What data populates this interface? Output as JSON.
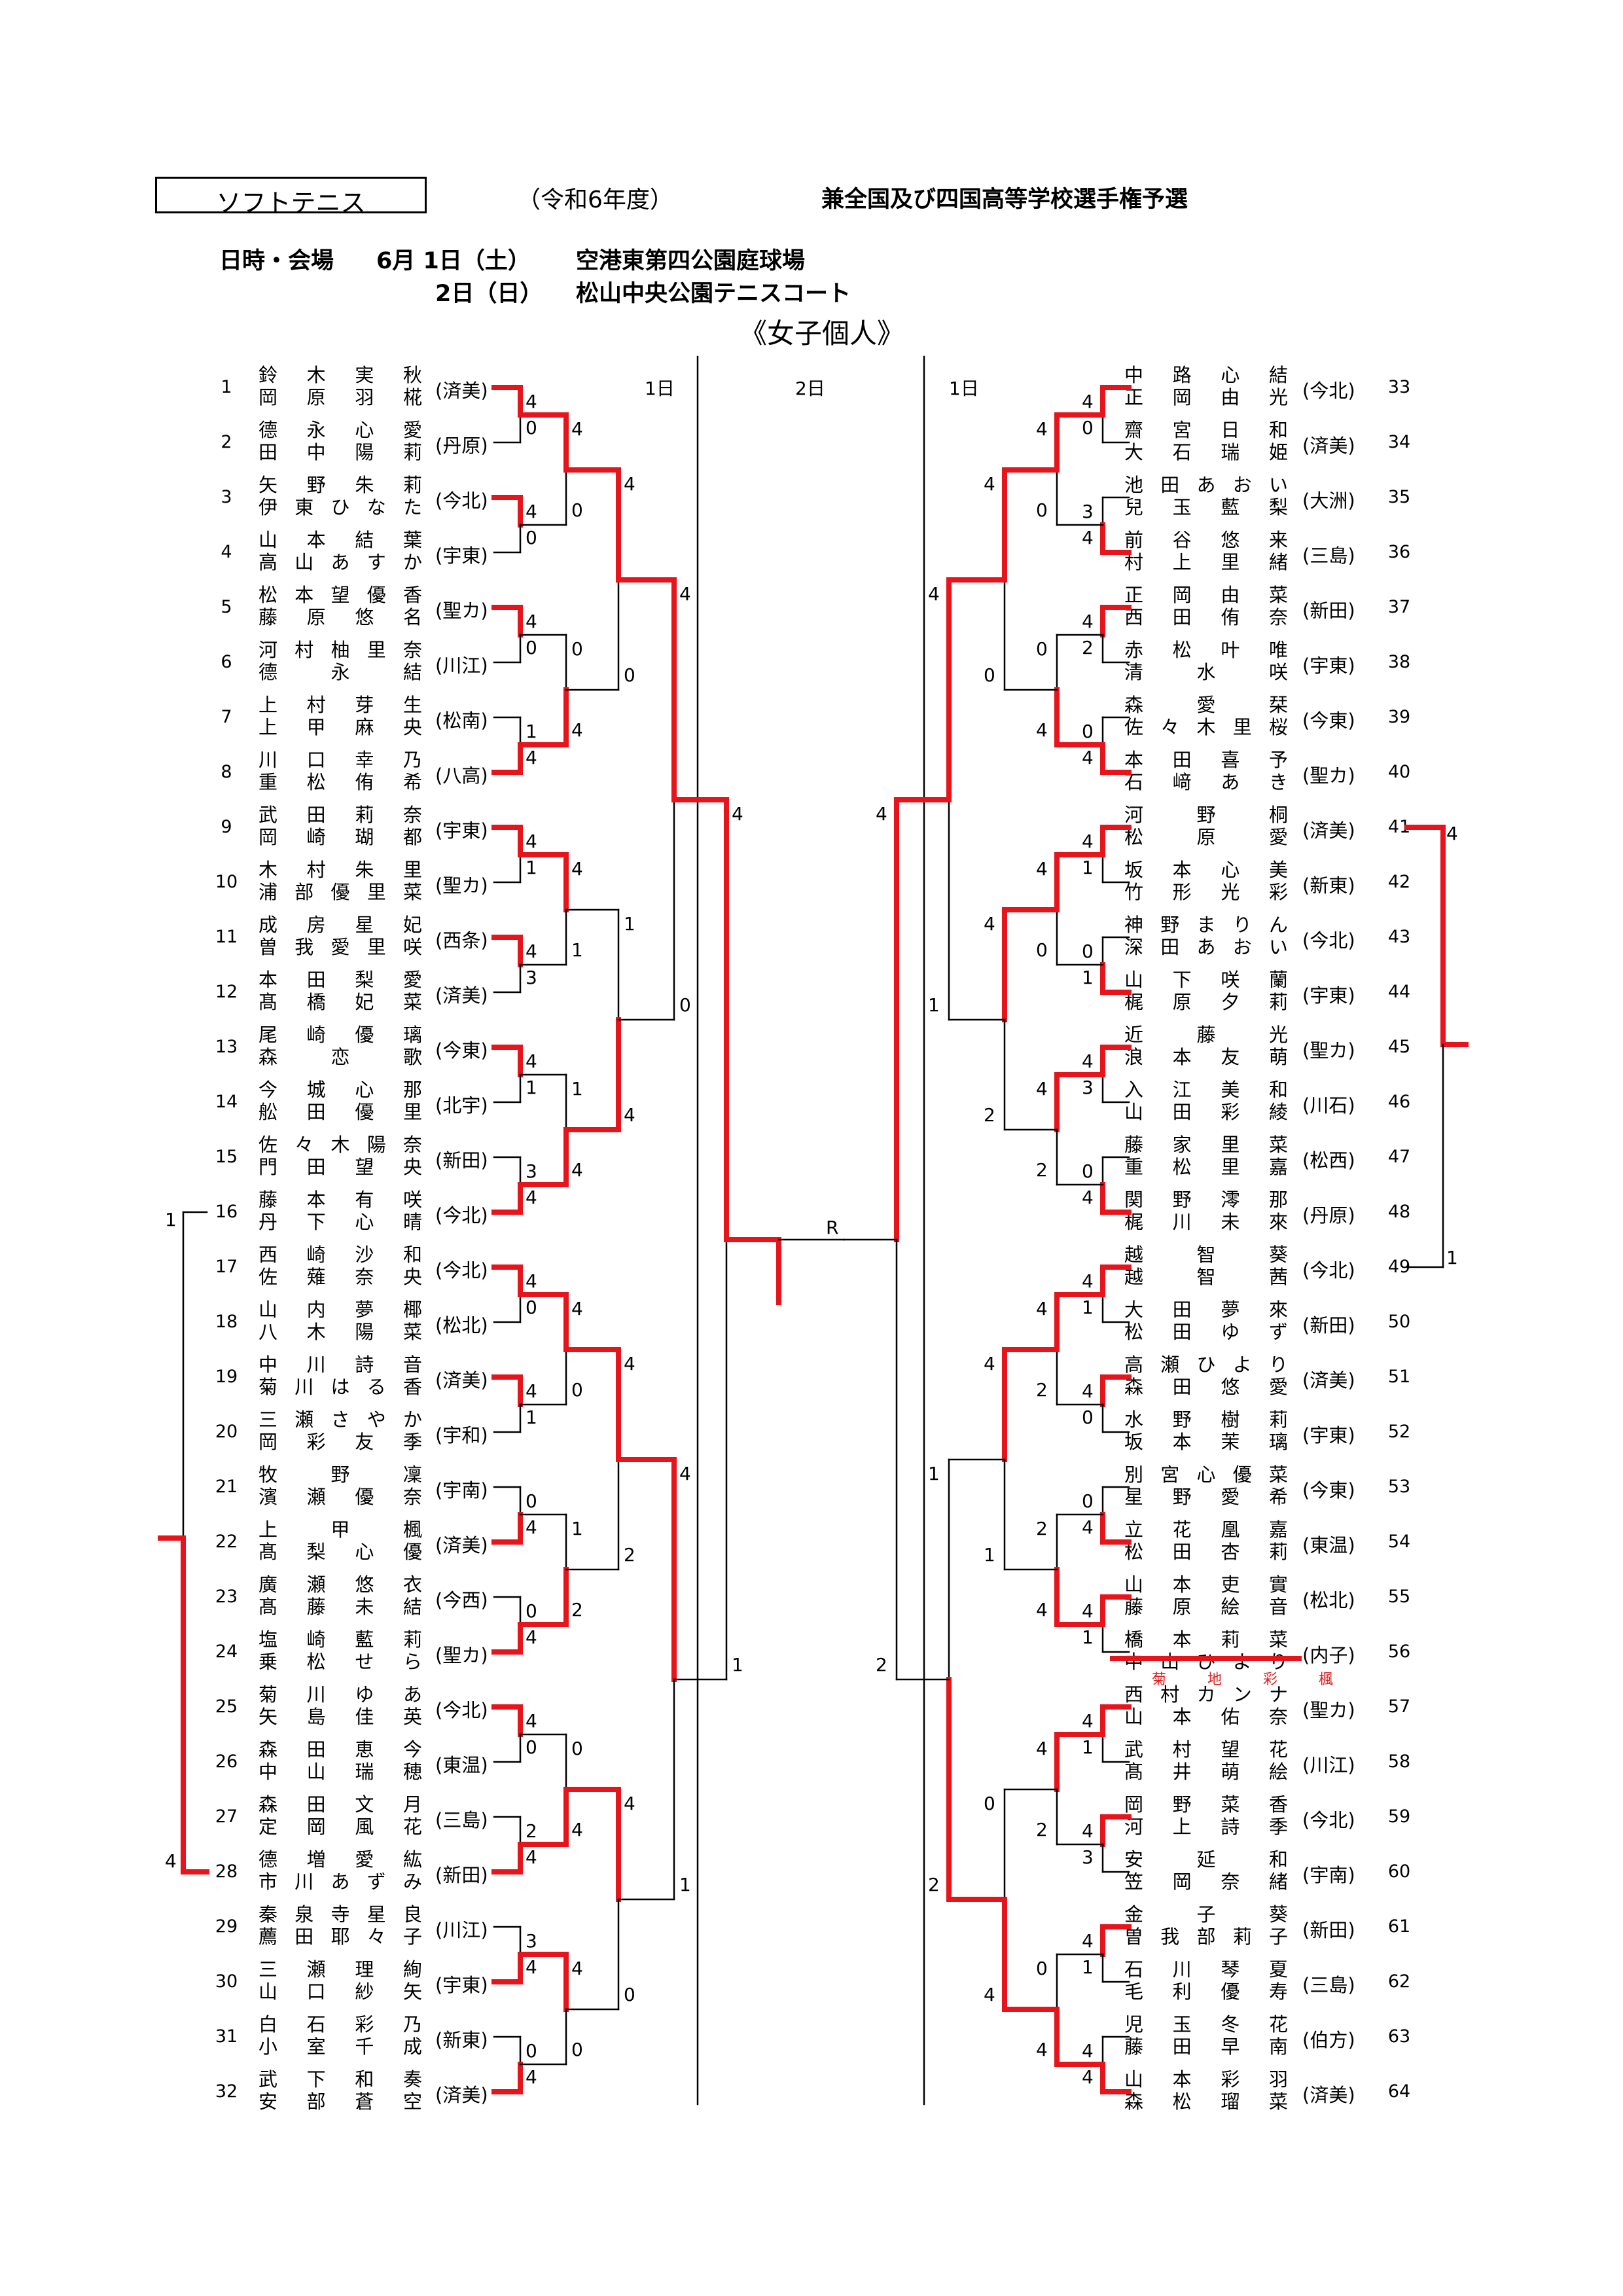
{
  "header": {
    "sport": "ソフトテニス",
    "year": "（令和6年度）",
    "tournament": "兼全国及び四国高等学校選手権予選",
    "datetime_label": "日時・会場",
    "day1_date": "6月 1日（土）",
    "day1_venue": "空港東第四公園庭球場",
    "day2_date": "2日（日）",
    "day2_venue": "松山中央公園テニスコート",
    "event": "《女子個人》"
  },
  "day_labels": {
    "left_day1": "1日",
    "center_day2": "2日",
    "right_day1": "1日"
  },
  "left_entries": [
    {
      "no": "1",
      "p1": "鈴 木 実 秋",
      "p2": "岡 原 羽 椛",
      "school": "(済美)"
    },
    {
      "no": "2",
      "p1": "德 永 心 愛",
      "p2": "田 中 陽 莉",
      "school": "(丹原)"
    },
    {
      "no": "3",
      "p1": "矢 野 朱 莉",
      "p2": "伊 東 ひ な た",
      "school": "(今北)"
    },
    {
      "no": "4",
      "p1": "山 本 結 葉",
      "p2": "高 山 あ す か",
      "school": "(宇東)"
    },
    {
      "no": "5",
      "p1": "松 本 望 優 香",
      "p2": "藤 原 悠 名",
      "school": "(聖カ)"
    },
    {
      "no": "6",
      "p1": "河 村 柚 里 奈",
      "p2": "德 永 結",
      "school": "(川江)"
    },
    {
      "no": "7",
      "p1": "上 村 芽 生",
      "p2": "上 甲 麻 央",
      "school": "(松南)"
    },
    {
      "no": "8",
      "p1": "川 口 幸 乃",
      "p2": "重 松 侑 希",
      "school": "(八高)"
    },
    {
      "no": "9",
      "p1": "武 田 莉 奈",
      "p2": "岡 崎 瑚 都",
      "school": "(宇東)"
    },
    {
      "no": "10",
      "p1": "木 村 朱 里",
      "p2": "浦 部 優 里 菜",
      "school": "(聖カ)"
    },
    {
      "no": "11",
      "p1": "成 房 星 妃",
      "p2": "曽 我 愛 里 咲",
      "school": "(西条)"
    },
    {
      "no": "12",
      "p1": "本 田 梨 愛",
      "p2": "髙 橋 妃 菜",
      "school": "(済美)"
    },
    {
      "no": "13",
      "p1": "尾 崎 優 璃",
      "p2": "森 恋 歌",
      "school": "(今東)"
    },
    {
      "no": "14",
      "p1": "今 城 心 那",
      "p2": "舩 田 優 里",
      "school": "(北宇)"
    },
    {
      "no": "15",
      "p1": "佐 々 木 陽 奈",
      "p2": "門 田 望 央",
      "school": "(新田)"
    },
    {
      "no": "16",
      "p1": "藤 本 有 咲",
      "p2": "丹 下 心 晴",
      "school": "(今北)"
    },
    {
      "no": "17",
      "p1": "西 崎 沙 和",
      "p2": "佐 薙 奈 央",
      "school": "(今北)"
    },
    {
      "no": "18",
      "p1": "山 内 夢 椰",
      "p2": "八 木 陽 菜",
      "school": "(松北)"
    },
    {
      "no": "19",
      "p1": "中 川 詩 音",
      "p2": "菊 川 は る 香",
      "school": "(済美)"
    },
    {
      "no": "20",
      "p1": "三 瀬 さ や か",
      "p2": "岡 彩 友 季",
      "school": "(宇和)"
    },
    {
      "no": "21",
      "p1": "牧 野 凜",
      "p2": "濱 瀬 優 奈",
      "school": "(宇南)"
    },
    {
      "no": "22",
      "p1": "上 甲 楓",
      "p2": "髙 梨 心 優",
      "school": "(済美)"
    },
    {
      "no": "23",
      "p1": "廣 瀬 悠 衣",
      "p2": "髙 藤 未 結",
      "school": "(今西)"
    },
    {
      "no": "24",
      "p1": "塩 崎 藍 莉",
      "p2": "乗 松 せ ら",
      "school": "(聖カ)"
    },
    {
      "no": "25",
      "p1": "菊 川 ゆ あ",
      "p2": "矢 島 佳 英",
      "school": "(今北)"
    },
    {
      "no": "26",
      "p1": "森 田 恵 今",
      "p2": "中 山 瑞 穂",
      "school": "(東温)"
    },
    {
      "no": "27",
      "p1": "森 田 文 月",
      "p2": "定 岡 風 花",
      "school": "(三島)"
    },
    {
      "no": "28",
      "p1": "德 増 愛 紘",
      "p2": "市 川 あ ず み",
      "school": "(新田)"
    },
    {
      "no": "29",
      "p1": "秦 泉 寺 星 良",
      "p2": "薦 田 耶 々 子",
      "school": "(川江)"
    },
    {
      "no": "30",
      "p1": "三 瀬 理 絢",
      "p2": "山 口 紗 矢",
      "school": "(宇東)"
    },
    {
      "no": "31",
      "p1": "白 石 彩 乃",
      "p2": "小 室 千 成",
      "school": "(新東)"
    },
    {
      "no": "32",
      "p1": "武 下 和 奏",
      "p2": "安 部 蒼 空",
      "school": "(済美)"
    }
  ],
  "right_entries": [
    {
      "no": "33",
      "p1": "中 路 心 結",
      "p2": "正 岡 由 光",
      "school": "(今北)"
    },
    {
      "no": "34",
      "p1": "齋 宮 日 和",
      "p2": "大 石 瑞 姫",
      "school": "(済美)"
    },
    {
      "no": "35",
      "p1": "池 田 あ お い",
      "p2": "兒 玉 藍 梨",
      "school": "(大洲)"
    },
    {
      "no": "36",
      "p1": "前 谷 悠 来",
      "p2": "村 上 里 緒",
      "school": "(三島)"
    },
    {
      "no": "37",
      "p1": "正 岡 由 菜",
      "p2": "西 田 侑 奈",
      "school": "(新田)"
    },
    {
      "no": "38",
      "p1": "赤 松 叶 唯",
      "p2": "清 水 咲",
      "school": "(宇東)"
    },
    {
      "no": "39",
      "p1": "森 愛 栞",
      "p2": "佐 々 木 里 桜",
      "school": "(今東)"
    },
    {
      "no": "40",
      "p1": "本 田 喜 予",
      "p2": "石 﨑 あ き",
      "school": "(聖カ)"
    },
    {
      "no": "41",
      "p1": "河 野 桐",
      "p2": "松 原 愛",
      "school": "(済美)"
    },
    {
      "no": "42",
      "p1": "坂 本 心 美",
      "p2": "竹 形 光 彩",
      "school": "(新東)"
    },
    {
      "no": "43",
      "p1": "神 野 ま り ん",
      "p2": "深 田 あ お い",
      "school": "(今北)"
    },
    {
      "no": "44",
      "p1": "山 下 咲 蘭",
      "p2": "梶 原 夕 莉",
      "school": "(宇東)"
    },
    {
      "no": "45",
      "p1": "近 藤 光",
      "p2": "浪 本 友 萌",
      "school": "(聖カ)"
    },
    {
      "no": "46",
      "p1": "入 江 美 和",
      "p2": "山 田 彩 綾",
      "school": "(川石)"
    },
    {
      "no": "47",
      "p1": "藤 家 里 菜",
      "p2": "重 松 里 嘉",
      "school": "(松西)"
    },
    {
      "no": "48",
      "p1": "関 野 澪 那",
      "p2": "梶 川 未 來",
      "school": "(丹原)"
    },
    {
      "no": "49",
      "p1": "越 智 葵",
      "p2": "越 智 茜",
      "school": "(今北)"
    },
    {
      "no": "50",
      "p1": "大 田 夢 來",
      "p2": "松 田 ゆ ず",
      "school": "(新田)"
    },
    {
      "no": "51",
      "p1": "高 瀬 ひ よ り",
      "p2": "森 田 悠 愛",
      "school": "(済美)"
    },
    {
      "no": "52",
      "p1": "水 野 樹 莉",
      "p2": "坂 本 茉 璃",
      "school": "(宇東)"
    },
    {
      "no": "53",
      "p1": "別 宮 心 優 菜",
      "p2": "星 野 愛 希",
      "school": "(今東)"
    },
    {
      "no": "54",
      "p1": "立 花 凰 嘉",
      "p2": "松 田 杏 莉",
      "school": "(東温)"
    },
    {
      "no": "55",
      "p1": "山 本 吏 實",
      "p2": "藤 原 絵 音",
      "school": "(松北)"
    },
    {
      "no": "56",
      "p1": "橋 本 莉 菜",
      "p2": "中 山 ひ よ り",
      "school": "(内子)"
    },
    {
      "no": "57",
      "p1": "西 村 カ ン ナ",
      "p2": "山 本 佑 奈",
      "school": "(聖カ)"
    },
    {
      "no": "58",
      "p1": "武 村 望 花",
      "p2": "髙 井 萌 絵",
      "school": "(川江)"
    },
    {
      "no": "59",
      "p1": "岡 野 菜 香",
      "p2": "河 上 詩 季",
      "school": "(今北)"
    },
    {
      "no": "60",
      "p1": "安 延 和",
      "p2": "笠 岡 奈 緒",
      "school": "(宇南)"
    },
    {
      "no": "61",
      "p1": "金 子 葵",
      "p2": "曽 我 部 莉 子",
      "school": "(新田)"
    },
    {
      "no": "62",
      "p1": "石 川 琴 夏",
      "p2": "毛 利 優 寿",
      "school": "(三島)"
    },
    {
      "no": "63",
      "p1": "児 玉 冬 花",
      "p2": "藤 田 早 南",
      "school": "(伯方)"
    },
    {
      "no": "64",
      "p1": "山 本 彩 羽",
      "p2": "森 松 瑠 菜",
      "school": "(済美)"
    }
  ],
  "substitution_note": "菊 地 彩 楓",
  "center_label": "R",
  "left_r1_scores": [
    [
      "4",
      "0"
    ],
    [
      "4",
      "0"
    ],
    [
      "4",
      "0"
    ],
    [
      "1",
      "4"
    ],
    [
      "4",
      "1"
    ],
    [
      "4",
      "3"
    ],
    [
      "4",
      "1"
    ],
    [
      "3",
      "4"
    ],
    [
      "4",
      "0"
    ],
    [
      "4",
      "1"
    ],
    [
      "0",
      "4"
    ],
    [
      "0",
      "4"
    ],
    [
      "4",
      "0"
    ],
    [
      "2",
      "4"
    ],
    [
      "3",
      "4"
    ],
    [
      "0",
      "4"
    ]
  ],
  "left_r2_scores": [
    [
      "4",
      "0"
    ],
    [
      "0",
      "4"
    ],
    [
      "4",
      "1"
    ],
    [
      "1",
      "4"
    ],
    [
      "4",
      "0"
    ],
    [
      "1",
      "2"
    ],
    [
      "0",
      "4"
    ],
    [
      "4",
      "0"
    ]
  ],
  "left_r3_scores": [
    [
      "4",
      "0"
    ],
    [
      "1",
      "4"
    ],
    [
      "4",
      "2"
    ],
    [
      "4",
      "0"
    ]
  ],
  "left_r4_scores": [
    [
      "4",
      "0"
    ],
    [
      "4",
      "1"
    ]
  ],
  "left_r5_scores": [
    "4",
    "1"
  ],
  "right_r1_scores": [
    [
      "4",
      "0"
    ],
    [
      "3",
      "4"
    ],
    [
      "4",
      "2"
    ],
    [
      "0",
      "4"
    ],
    [
      "4",
      "1"
    ],
    [
      "0",
      "1"
    ],
    [
      "4",
      "3"
    ],
    [
      "0",
      "4"
    ],
    [
      "4",
      "1"
    ],
    [
      "4",
      "0"
    ],
    [
      "0",
      "4"
    ],
    [
      "4",
      "1"
    ],
    [
      "4",
      "1"
    ],
    [
      "4",
      "3"
    ],
    [
      "4",
      "1"
    ],
    [
      "4",
      "4"
    ]
  ],
  "right_r2_scores": [
    [
      "4",
      "0"
    ],
    [
      "0",
      "4"
    ],
    [
      "4",
      "0"
    ],
    [
      "4",
      "2"
    ],
    [
      "4",
      "2"
    ],
    [
      "2",
      "4"
    ],
    [
      "4",
      "2"
    ],
    [
      "0",
      "4"
    ]
  ],
  "right_r3_scores": [
    [
      "4",
      "0"
    ],
    [
      "4",
      "2"
    ],
    [
      "4",
      "1"
    ],
    [
      "0",
      "4"
    ]
  ],
  "right_r4_scores": [
    [
      "4",
      "1"
    ],
    [
      "1",
      "2"
    ]
  ],
  "right_r5_scores": [
    "4",
    "2"
  ],
  "left_cross": {
    "top": "1",
    "bottom": "4"
  },
  "right_cross": {
    "top": "4",
    "bottom": "1"
  },
  "colors": {
    "win": "#e8141c",
    "line": "#000000"
  }
}
